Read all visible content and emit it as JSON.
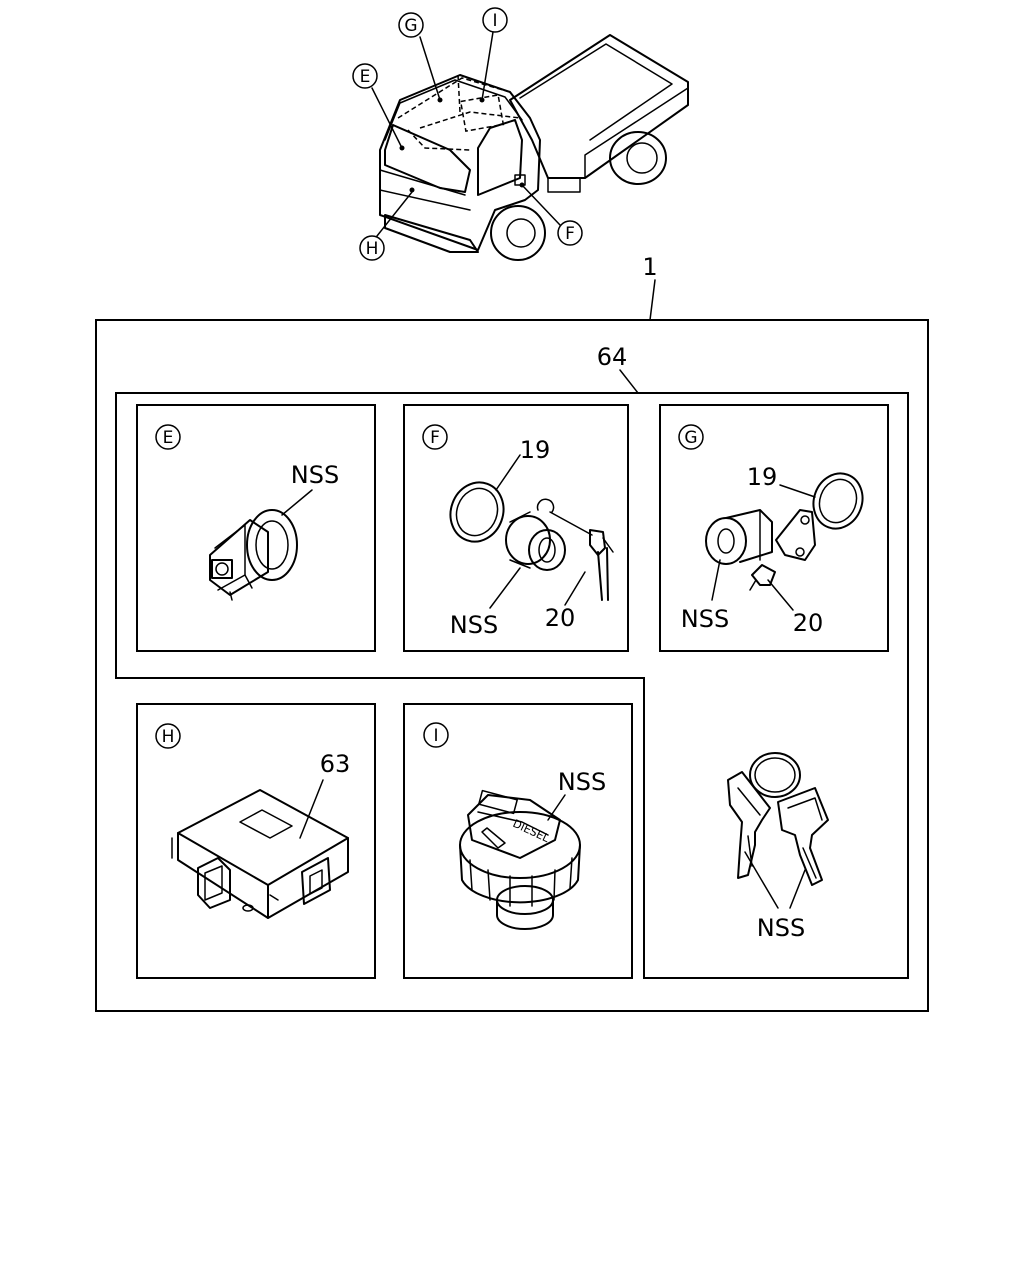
{
  "truck": {
    "callouts": [
      "G",
      "I",
      "E",
      "F",
      "H"
    ]
  },
  "assembly": {
    "label": "1",
    "kit_label": "64"
  },
  "panels": {
    "E": {
      "letter": "E",
      "part_label": "NSS"
    },
    "F": {
      "letter": "F",
      "ring_label": "19",
      "lock_label": "NSS",
      "lever_label": "20"
    },
    "G": {
      "letter": "G",
      "ring_label": "19",
      "lock_label": "NSS",
      "lever_label": "20"
    },
    "H": {
      "letter": "H",
      "part_label": "63"
    },
    "I": {
      "letter": "I",
      "part_label": "NSS",
      "cap_text": "DIESEL"
    },
    "keys": {
      "part_label": "NSS"
    }
  }
}
